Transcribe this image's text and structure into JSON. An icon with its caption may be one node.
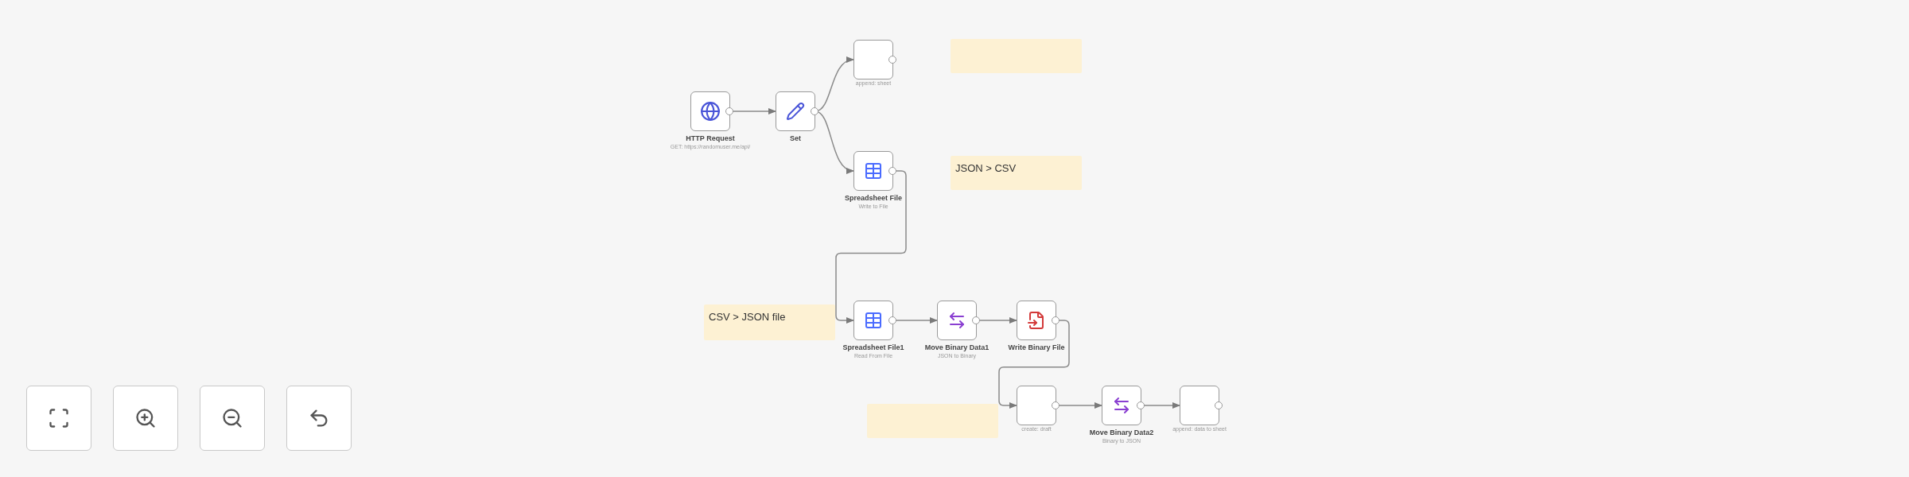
{
  "diagram": {
    "nodes": [
      {
        "text": [
          "HTTP Request"
        ],
        "beside": [
          "GET: https://randomuser.me/api/"
        ]
      },
      {
        "text": [
          "Set"
        ]
      },
      {
        "text": [],
        "shape": "box",
        "beside": [
          "append: sheet"
        ]
      },
      {
        "text": [],
        "shape": "box"
      },
      {
        "text": [
          "Spreadsheet File"
        ],
        "beside": [
          "Write to File"
        ]
      },
      {
        "text": [
          "JSON > CSV"
        ]
      },
      {
        "text": [
          "CSV > JSON file"
        ]
      },
      {
        "text": [
          "Spreadsheet File1"
        ],
        "beside": [
          "Read From File"
        ]
      },
      {
        "text": [
          "Move Binary Data1"
        ],
        "beside": [
          "JSON to Binary"
        ]
      },
      {
        "text": [
          "Write Binary File"
        ]
      },
      {
        "text": [],
        "shape": "box"
      },
      {
        "text": [],
        "shape": "box",
        "beside": [
          "create: draft"
        ]
      },
      {
        "text": [
          "Move Binary Data2"
        ],
        "beside": [
          "Binary to JSON"
        ]
      },
      {
        "text": [],
        "shape": "box",
        "beside": [
          "append: data to sheet"
        ]
      }
    ],
    "edges": [
      {
        "from": 0,
        "to": 1,
        "arrow": "to"
      },
      {
        "from": 1,
        "to": 2,
        "arrow": "to"
      },
      {
        "from": 1,
        "to": 4,
        "arrow": "to"
      },
      {
        "from": 4,
        "to": 7,
        "arrow": "to"
      },
      {
        "from": 7,
        "to": 8,
        "arrow": "to"
      },
      {
        "from": 8,
        "to": 9,
        "arrow": "to"
      },
      {
        "from": 9,
        "to": 11,
        "arrow": "to"
      },
      {
        "from": 11,
        "to": 12,
        "arrow": "to"
      },
      {
        "from": 12,
        "to": 13,
        "arrow": "to"
      }
    ]
  }
}
